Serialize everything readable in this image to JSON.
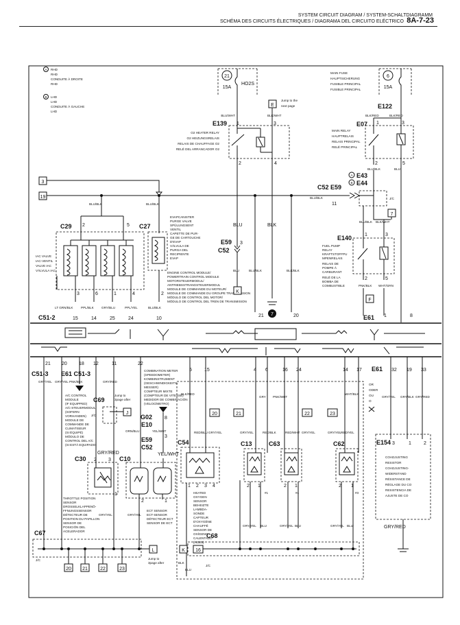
{
  "header": {
    "line1": "SYSTEM CIRCUIT DIAGRAM / SYSTEM-SCHALTDIAGRAMM",
    "line2": "SCHÉMA DES CIRCUITS ÉLECTRIQUES / DIAGRAMA DEL CIRCUITO ELÉCTRICO",
    "page": "8A-7-23"
  },
  "legend": {
    "a_mark": "A",
    "a_lines": [
      "RHD",
      "RHD",
      "CONDUITE À DROITE",
      "RHD"
    ],
    "b_mark": "B",
    "b_lines": [
      "LHD",
      "LHD",
      "CONDUITE À GAUCHE",
      "LHD"
    ]
  },
  "fuses": {
    "f21_num": "21",
    "f21_amp": "15A",
    "f21_name": "HO2S",
    "f6_num": "6",
    "f6_amp": "15A",
    "main_fuse": [
      "MAIN FUSE",
      "HAUPTSICHERUNG",
      "FUSIBLE PRINCIPAL",
      "FUSIBLE PRINCIPAL"
    ]
  },
  "jump": {
    "e_letter": "E",
    "e_text": [
      "Jump to the",
      "next page"
    ],
    "j_letter": "J",
    "j_text": [
      "Jump to",
      "3page after"
    ],
    "l_letter": "L",
    "l_text": [
      "Jump to",
      "3page after"
    ],
    "k_letter": "K",
    "k2_letter": "K",
    "f_letter": "F"
  },
  "connectors": {
    "e139": "E139",
    "e122": "E122",
    "e07": "E07",
    "e43": "E43",
    "e44": "E44",
    "c52e59": "C52 E59",
    "c29": "C29",
    "c27": "C27",
    "e59": "E59",
    "c52": "C52",
    "e140": "E140",
    "c51_2": "C51-2",
    "e61": "E61",
    "c51_3": "C51-3",
    "e61c51": "E61 C51-3",
    "c69": "C69",
    "g02": "G02",
    "e10": "E10",
    "e59b": "E59",
    "c52b": "C52",
    "c30": "C30",
    "c10": "C10",
    "c54": "C54",
    "c13": "C13",
    "c63": "C63",
    "c62": "C62",
    "e154": "E154",
    "c67": "C67",
    "c68": "C68",
    "e61b": "E61"
  },
  "boxed_numbers": {
    "b3": "3",
    "b19": "19",
    "b7": "7",
    "b20": "20",
    "b21": "21",
    "b22": "22",
    "b23": "23",
    "b16": "16",
    "o20": "20",
    "o21": "21",
    "o22": "22",
    "o23": "23",
    "jc": "J/C",
    "jc2": "J/C",
    "jc3": "J/C",
    "jc4": "J/C",
    "ground7": "7"
  },
  "relays": {
    "o2": [
      "O2 HEATER RELAY",
      "O2 HEIZUNGSRELAIS",
      "RELAIS DE CHAUFFAGE O2",
      "RELÉ DEL ARRANCADOR O2"
    ],
    "main": [
      "MAIN RELAY",
      "HAUPTRELAIS",
      "RELAIS PRINCIPAL",
      "RELÉ PRINCIPAL"
    ],
    "fuel": [
      "FUEL PUMP",
      "RELAY",
      "KRAFTSTOFFPU",
      "MPENRELAIS",
      "RELAIS DE",
      "POMPE À",
      "CARBURANT",
      "RELÉ DE LA",
      "BOMBA DE",
      "COMBUSTIBLE"
    ]
  },
  "labels": {
    "iac": [
      "IAC VALVE",
      "IAC-VENTIL",
      "VALVE IAC",
      "VÁLVULA IAC"
    ],
    "evap": [
      "EVAPCANISTER",
      "PURGE VALVE",
      "SPÜLUNGSENT",
      "VENTIL",
      "CAPETTE DE PUR-",
      "GE DE CARTOUCHE",
      "D'EVAP",
      "VÁLVULA DE",
      "PURGA DEL",
      "RECIPIENTE",
      "EVAP"
    ],
    "ecm": [
      "ENGINE CONTROL MODULE/",
      "POWERTRAIN CONTROL MODULE",
      "MOTORSTEUERMODUL/",
      "ANTRIEBSSTRANGSTEUERMODUL",
      "MODULE DE COMMANDE DU MOTEUR/",
      "MODULE DE COMMANDE DU GROUPE TRANSMISSION",
      "MÓDULO DE CONTROL DEL MOTOR/",
      "MÓDULO DE CONTROL DEL TREN DE TRANSMISION"
    ],
    "ac_module": [
      "A/C CONTROL",
      "MODULE",
      "(IF EQUIPPED)",
      "A/C-STEUERMODUL",
      "(SOFERN",
      "VORHANDEN)",
      "MODULE DE",
      "COMMANDE DE",
      "CLIMATISEUR",
      "(SI ÉQUIPÉ)",
      "MÓDULO DE",
      "CONTROL DEL A/C",
      "(SI ESTÁ EQUIPADO)"
    ],
    "comb": [
      "COMBINATION METER",
      "(SPEEDOMETER)",
      "KOMBIINSTRUMENT",
      "(GESCHWINDIGKEITS-",
      "MESSER)",
      "COMPTEUR MIXTE",
      "(COMPTEUR DE VITESSE)",
      "MEDIDOR DE COMBINACIÓN",
      "(VELOCÍMETRO)"
    ],
    "tps": [
      "THROTTLE POSITION",
      "SENSOR",
      "DROSSELKLAPPENÖ-",
      "FFNUNGSSENSOR",
      "DÉTECTEUR DE",
      "POSITION DU PAPILLON",
      "SENSOR DE",
      "POSICIÓN DEL",
      "ACELERADOR"
    ],
    "ect": [
      "ECT SENSOR",
      "ECT-SENSOR",
      "DÉTECTEUR ECT",
      "SENSOR DE ECT"
    ],
    "heated_o2": [
      "HEATED",
      "OXYGEN",
      "SENSOR",
      "BEHEIZTE",
      "LAMBDA-",
      "SONDE",
      "CAPTEUR",
      "D'OXYGÈNE",
      "CHAUFFÉ",
      "SENSOR DE",
      "OXÍGENO",
      "CALENTADO",
      "(HO2S)"
    ],
    "coadj": [
      "COADJUSTING",
      "RESISTOR",
      "COADJUSTING-",
      "WIDERSTAND",
      "RÉSISTANCE DE",
      "RÉGLAGE DU CO",
      "RESISTENCIA DE",
      "AJUSTE DE CO"
    ],
    "inj1": "#1",
    "inj4": "#4",
    "inj3": "#3"
  },
  "wires": {
    "blu_wht": "BLU/WHT",
    "blk_wht": "BLK/WHT",
    "blk_red": "BLK/RED",
    "blu_blk1": "BLU/BLK",
    "blu_blk2": "BLU/BLK",
    "blu_blk3": "BLU/BLK",
    "blu_blk4": "BLU/BLK",
    "blu_blk5": "BLU/BLK",
    "blu": "BLU",
    "blk": "BLK",
    "blu_blk6": "BLU/BLK",
    "blk_blk": "BLK/BLK",
    "blu_blk_r1": "BLU/BLK",
    "blu_r": "BLU",
    "blu_blk_r2": "BLU/BLK",
    "blk_wht_r": "BLK/WHT",
    "pnk_blk": "PNK/BLK",
    "wht_grn": "WHT/GRN",
    "lt_grn_blk": "LT GRN/BLK",
    "ppl_blk": "PPL/BLK",
    "grn_blu": "GRY/BLU",
    "ppl_yel": "PPL/YEL",
    "blu_blk7": "BLU/BLK",
    "gry_yel": "GRY/YEL",
    "pnk_blk2": "PNK/BLK",
    "gry_red": "GRY/RED",
    "orn_blu": "ORN/BLU",
    "yel_wht": "YEL/WHT",
    "gry_red2": "GRY/RED",
    "gry_yel2": "GRY/YEL",
    "gry_yel3": "GRY/YEL",
    "blk_red2": "BLK/RED",
    "gry": "GRY",
    "pnk_wht": "PNK/WHT",
    "wht_blk": "WHT/BLK",
    "gry_yel4": "GRY/YEL",
    "gry_blk": "GRY/BLK",
    "gry_red3": "GRY/RED",
    "red_blu": "RED/BLU",
    "gry_yel5": "GRY/YEL",
    "red_blk": "RED/BLK",
    "gry_yel6": "GRY/YEL",
    "red_wht": "RED/WHT",
    "gry_yel7": "GRY/YEL",
    "red_yel": "RED/YEL",
    "gry_yel8": "GRY/YEL",
    "gry_yel_b": "GRY/YEL",
    "blu_b": "BLU",
    "gry_yel_b2": "GRY/YEL",
    "blu_b2": "BLU",
    "gry_yel_b3": "GRY/YEL",
    "blu_b3": "BLU",
    "gry_yel_b4": "GRY/YEL",
    "gry_red_b": "GRY/RED",
    "blk_bot": "BLK",
    "blu_bot": "BLU"
  },
  "pins": {
    "p1a": "1",
    "p2a": "2",
    "p3a": "3",
    "p4a": "4",
    "p1b": "1",
    "p3b": "3",
    "p1c": "1",
    "p2c": "2",
    "p3c": "3",
    "p5c": "5",
    "p11": "11",
    "p2d": "2",
    "p5d": "5",
    "p3e": "3",
    "p21": "21",
    "p20": "20",
    "p1e": "1",
    "p8": "8",
    "p15": "15",
    "p14": "14",
    "p25": "25",
    "p24": "24",
    "p10": "10",
    "p21b": "21",
    "p20b": "20",
    "p18": "18",
    "p12": "12",
    "p11b": "11",
    "p22": "22",
    "p5": "5",
    "p15b": "15",
    "p4": "4",
    "p6": "6",
    "p16": "16",
    "p24b": "24",
    "p14b": "14",
    "p17": "17",
    "p32": "32",
    "p19": "19",
    "p33": "33",
    "p2f": "2",
    "p1f": "1",
    "p3f": "3",
    "p8b": "8",
    "p3g": "3",
    "p3h": "3",
    "p1h": "1",
    "p2h": "2",
    "p1i": "1",
    "p2i": "2",
    "p1j": "1",
    "p2j": "2",
    "p1k": "1",
    "p2k": "2",
    "p2m": "2",
    "p1m": "1",
    "p2n": "2",
    "p1n": "1",
    "p1o": "1",
    "p2o": "2",
    "p1p": "1",
    "p2p": "2",
    "p3p": "3",
    "p4p": "4",
    "p2q": "2",
    "p3q": "3",
    "p1q": "1"
  },
  "misc": {
    "or": "OR",
    "oder": "ODER",
    "ou": "OU",
    "o": "O"
  }
}
